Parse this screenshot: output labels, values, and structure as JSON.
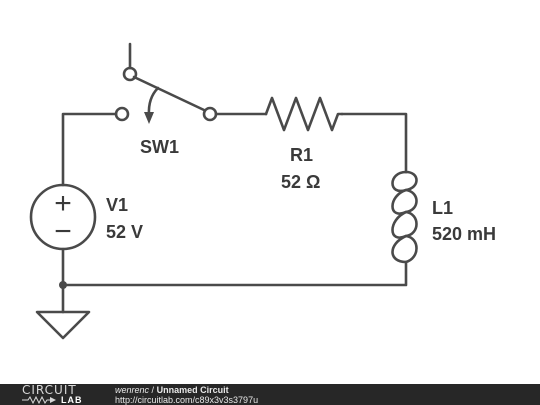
{
  "components": {
    "switch": {
      "ref": "SW1"
    },
    "resistor": {
      "ref": "R1",
      "value": "52 Ω"
    },
    "inductor": {
      "ref": "L1",
      "value": "520 mH"
    },
    "source": {
      "ref": "V1",
      "value": "52 V",
      "plus": "+",
      "minus": "−"
    }
  },
  "footer": {
    "logo_top": "CIRCUIT",
    "logo_bottom": "LAB",
    "author": "wenrenc",
    "separator": "/",
    "title": "Unnamed Circuit",
    "url": "http://circuitlab.com/c89x3v3s3797u"
  },
  "colors": {
    "wire": "#4a4a4a",
    "label": "#3a3a3a",
    "footer_bg": "#272727"
  }
}
